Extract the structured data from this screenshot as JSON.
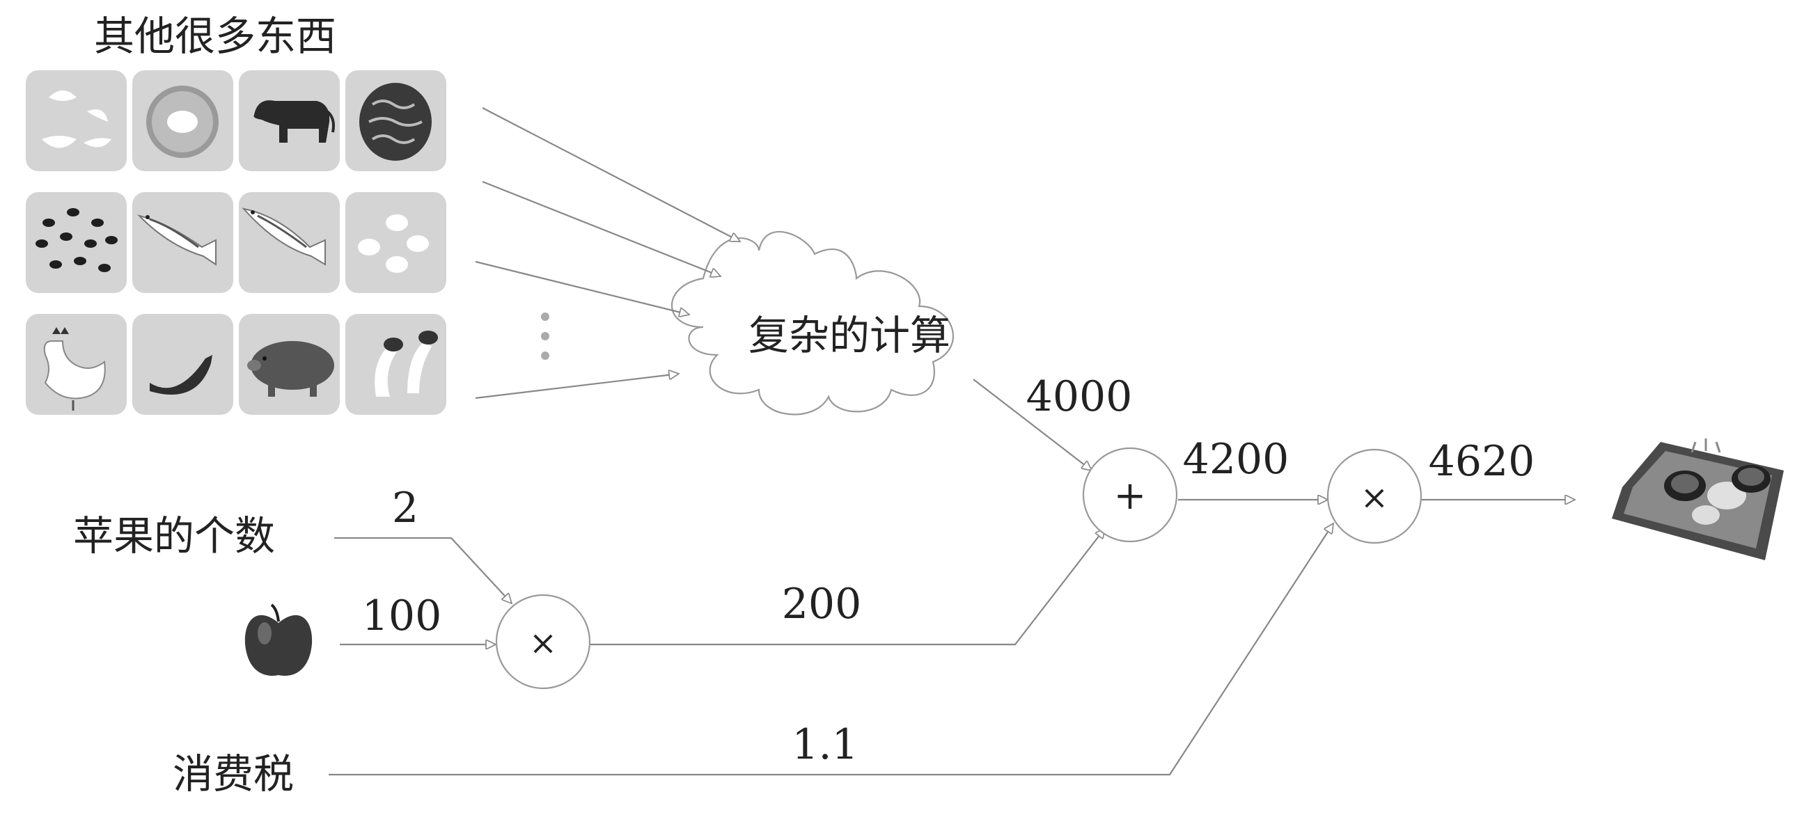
{
  "labels": {
    "other_items": "其他很多东西",
    "complex_calc": "复杂的计算",
    "apple_count": "苹果的个数",
    "tax": "消费税"
  },
  "operators": {
    "multiply": "×",
    "add": "+"
  },
  "values": {
    "apple_count": "2",
    "apple_price": "100",
    "apple_total": "200",
    "tax_rate": "1.1",
    "other_total": "4000",
    "subtotal": "4200",
    "final_total": "4620"
  },
  "icons": {
    "grid": [
      [
        "cashew-icon",
        "kiwi-slice-icon",
        "cow-icon",
        "walnut-icon"
      ],
      [
        "beans-icon",
        "fish-icon",
        "fish-icon",
        "white-beans-icon"
      ],
      [
        "chicken-icon",
        "banana-icon",
        "pig-icon",
        "mushroom-icon"
      ]
    ],
    "apple": "apple-icon",
    "money_tray": "coin-tray-icon",
    "ellipsis": "vertical-ellipsis-icon"
  },
  "colors": {
    "tile_background": "#d4d4d4",
    "edge": "#888888",
    "text": "#222222"
  }
}
